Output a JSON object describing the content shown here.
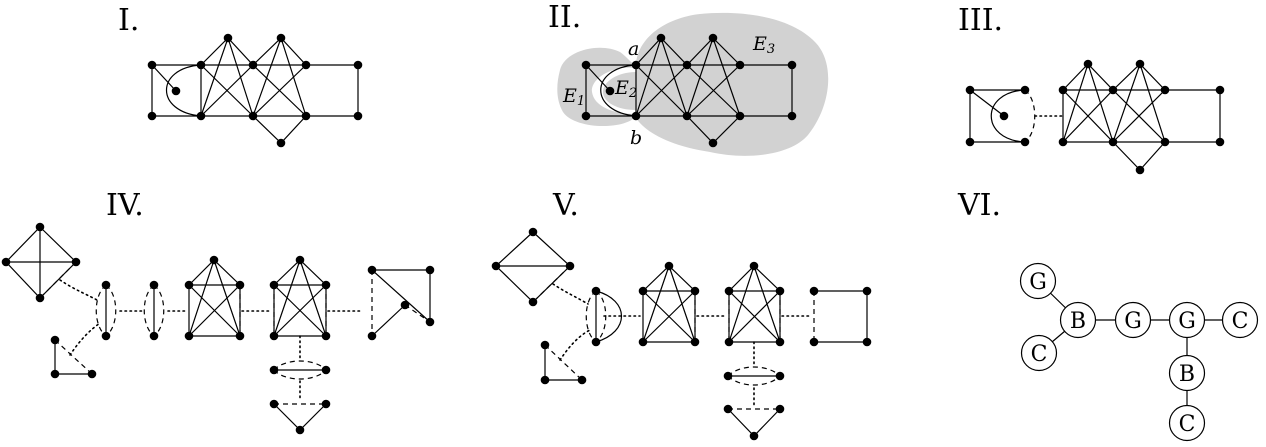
{
  "panels": {
    "I": {
      "label": "I."
    },
    "II": {
      "label": "II.",
      "a": "a",
      "b": "b",
      "e1": "E",
      "e1_sub": "1",
      "e2": "E",
      "e2_sub": "2",
      "e3": "E",
      "e3_sub": "3",
      "region_color": "#d2d2d2"
    },
    "III": {
      "label": "III."
    },
    "IV": {
      "label": "IV."
    },
    "V": {
      "label": "V."
    },
    "VI": {
      "label": "VI.",
      "nodes": [
        "G",
        "B",
        "G",
        "G",
        "C",
        "C",
        "B",
        "C"
      ]
    }
  }
}
